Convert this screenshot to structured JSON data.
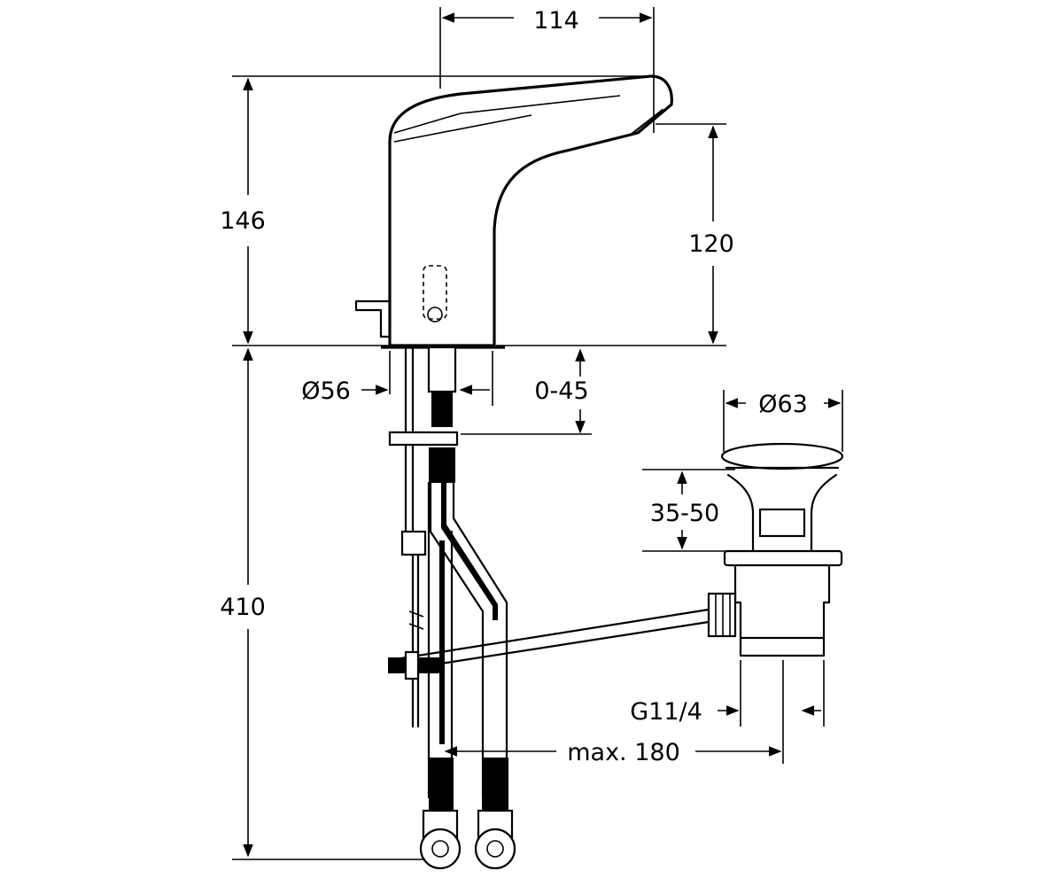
{
  "dimensions": {
    "width_top": "114",
    "height_body": "146",
    "height_spout": "120",
    "shank_diameter": "Ø56",
    "deck_thickness": "0-45",
    "plug_diameter": "Ø63",
    "plug_lift": "35-50",
    "total_height": "410",
    "waste_thread": "G11/4",
    "lever_max": "max. 180"
  }
}
